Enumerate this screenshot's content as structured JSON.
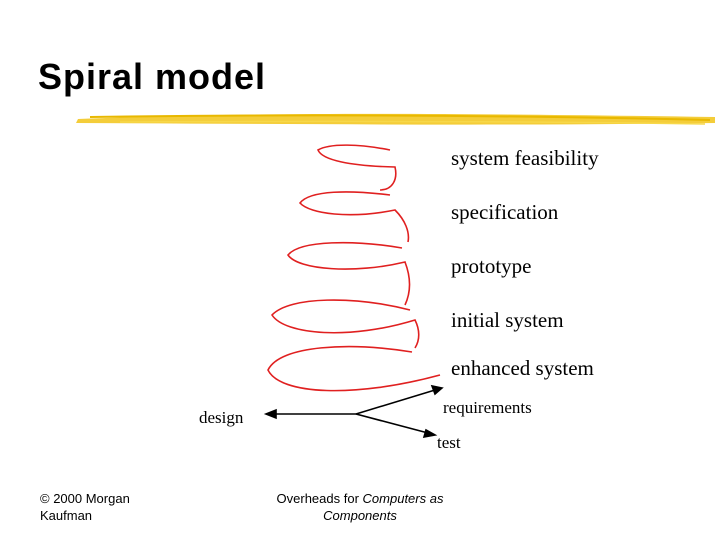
{
  "slide": {
    "title": "Spiral model",
    "accent_color": "#f2c418",
    "spiral_color": "#e02020"
  },
  "diagram": {
    "stages": [
      "system feasibility",
      "specification",
      "prototype",
      "initial system",
      "enhanced system"
    ],
    "phases": {
      "design": "design",
      "requirements": "requirements",
      "test": "test"
    }
  },
  "footer": {
    "copyright_line1": "© 2000 Morgan",
    "copyright_line2": "Kaufman",
    "overheads_prefix": "Overheads for ",
    "overheads_italic": "Computers as",
    "overheads_line2": "Components"
  }
}
